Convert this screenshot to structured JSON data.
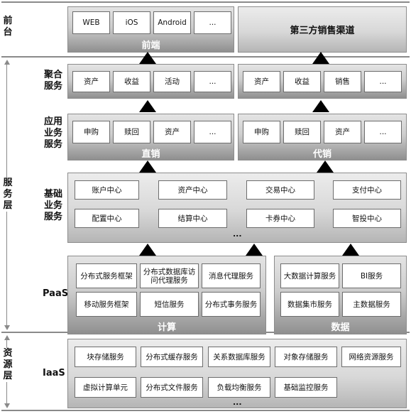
{
  "layers": {
    "frontend": "前台",
    "service": "服务层",
    "resource": "资源层"
  },
  "frontend": {
    "apps": [
      "WEB",
      "iOS",
      "Android",
      "..."
    ],
    "title": "前端",
    "third_party": "第三方销售渠道"
  },
  "aggregation": {
    "label": "聚合服务",
    "left": [
      "资产",
      "收益",
      "活动",
      "..."
    ],
    "right": [
      "资产",
      "收益",
      "销售",
      "..."
    ]
  },
  "application": {
    "label": "应用业务服务",
    "left": [
      "申购",
      "赎回",
      "资产",
      "..."
    ],
    "left_title": "直销",
    "right": [
      "申购",
      "赎回",
      "资产",
      "..."
    ],
    "right_title": "代销"
  },
  "basic": {
    "label": "基础业务服务",
    "row1": [
      "账户中心",
      "资产中心",
      "交易中心",
      "支付中心"
    ],
    "row2": [
      "配置中心",
      "结算中心",
      "卡券中心",
      "智投中心"
    ],
    "more": "..."
  },
  "paas": {
    "label": "PaaS",
    "compute": [
      "分布式服务框架",
      "分布式数据库访问代理服务",
      "消息代理服务",
      "移动服务框架",
      "短信服务",
      "分布式事务服务"
    ],
    "compute_title": "计算",
    "data": [
      "大数据计算服务",
      "BI服务",
      "数据集市服务",
      "主数据服务"
    ],
    "data_title": "数据"
  },
  "iaas": {
    "label": "IaaS",
    "row1": [
      "块存储服务",
      "分布式缓存服务",
      "关系数据库服务",
      "对象存储服务",
      "网络资源服务"
    ],
    "row2": [
      "虚拟计算单元",
      "分布式文件服务",
      "负载均衡服务",
      "基础监控服务"
    ],
    "more": "..."
  }
}
